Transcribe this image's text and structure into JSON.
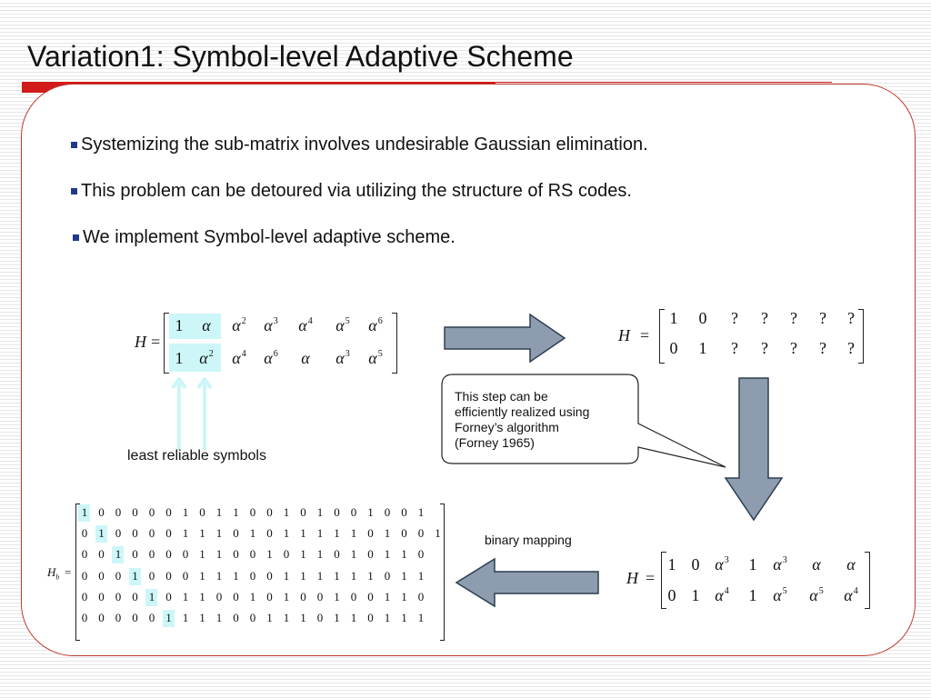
{
  "slide": {
    "title": "Variation1: Symbol-level Adaptive Scheme",
    "bullets": [
      "Systemizing the sub-matrix involves undesirable Gaussian elimination.",
      "This problem can be detoured via utilizing the structure of RS codes.",
      "We implement Symbol-level adaptive scheme."
    ],
    "least_reliable_label": "least reliable symbols",
    "callout": {
      "lines": [
        "This step can be",
        "efficiently realized using",
        "Forney’s algorithm",
        "(Forney 1965)"
      ]
    },
    "binary_mapping_label": "binary mapping",
    "colors": {
      "accent_red": "#d11a1a",
      "panel_border": "#c0392b",
      "highlight": "#ccf6f8",
      "arrow_fill": "#8e9cb0",
      "bullet": "#1f3a8a"
    }
  },
  "matrices": {
    "h_original": {
      "label": "H",
      "rows": [
        [
          [
            "1",
            ""
          ],
          [
            "α",
            ""
          ],
          [
            "α",
            "2"
          ],
          [
            "α",
            "3"
          ],
          [
            "α",
            "4"
          ],
          [
            "α",
            "5"
          ],
          [
            "α",
            "6"
          ]
        ],
        [
          [
            "1",
            ""
          ],
          [
            "α",
            "2"
          ],
          [
            "α",
            "4"
          ],
          [
            "α",
            "6"
          ],
          [
            "α",
            ""
          ],
          [
            "α",
            "3"
          ],
          [
            "α",
            "5"
          ]
        ]
      ]
    },
    "h_target": {
      "label": "H",
      "rows": [
        [
          [
            "1",
            ""
          ],
          [
            "0",
            ""
          ],
          [
            "?",
            ""
          ],
          [
            "?",
            ""
          ],
          [
            "?",
            ""
          ],
          [
            "?",
            ""
          ],
          [
            "?",
            ""
          ]
        ],
        [
          [
            "0",
            ""
          ],
          [
            "1",
            ""
          ],
          [
            "?",
            ""
          ],
          [
            "?",
            ""
          ],
          [
            "?",
            ""
          ],
          [
            "?",
            ""
          ],
          [
            "?",
            ""
          ]
        ]
      ]
    },
    "h_result": {
      "label": "H",
      "rows": [
        [
          [
            "1",
            ""
          ],
          [
            "0",
            ""
          ],
          [
            "α",
            "3"
          ],
          [
            "1",
            ""
          ],
          [
            "α",
            "3"
          ],
          [
            "α",
            ""
          ],
          [
            "α",
            ""
          ]
        ],
        [
          [
            "0",
            ""
          ],
          [
            "1",
            ""
          ],
          [
            "α",
            "4"
          ],
          [
            "1",
            ""
          ],
          [
            "α",
            "5"
          ],
          [
            "α",
            "5"
          ],
          [
            "α",
            "4"
          ]
        ]
      ]
    },
    "h_binary": {
      "label": "H",
      "subscript": "b",
      "rows": [
        "10000010110010100100 1",
        "01000011101011111010 01",
        "00100001100101101011 0",
        "00010001110011111101 1",
        "00001011001010010011 0",
        "00000111100111011011 1"
      ],
      "rows_clean": [
        [
          "1",
          "0",
          "0",
          "0",
          "0",
          "0",
          "1",
          "0",
          "1",
          "1",
          "0",
          "0",
          "1",
          "0",
          "1",
          "0",
          "0",
          "1",
          "0",
          "0",
          "1"
        ],
        [
          "0",
          "1",
          "0",
          "0",
          "0",
          "0",
          "1",
          "1",
          "1",
          "0",
          "1",
          "0",
          "1",
          "1",
          "1",
          "1",
          "1",
          "0",
          "1",
          "0",
          "0",
          "1"
        ],
        [
          "0",
          "0",
          "1",
          "0",
          "0",
          "0",
          "0",
          "1",
          "1",
          "0",
          "0",
          "1",
          "0",
          "1",
          "1",
          "0",
          "1",
          "0",
          "1",
          "1",
          "0"
        ],
        [
          "0",
          "0",
          "0",
          "1",
          "0",
          "0",
          "0",
          "1",
          "1",
          "1",
          "0",
          "0",
          "1",
          "1",
          "1",
          "1",
          "1",
          "1",
          "0",
          "1",
          "1"
        ],
        [
          "0",
          "0",
          "0",
          "0",
          "1",
          "0",
          "1",
          "1",
          "0",
          "0",
          "1",
          "0",
          "1",
          "0",
          "0",
          "1",
          "0",
          "0",
          "1",
          "1",
          "0"
        ],
        [
          "0",
          "0",
          "0",
          "0",
          "0",
          "1",
          "1",
          "1",
          "1",
          "0",
          "0",
          "1",
          "1",
          "1",
          "0",
          "1",
          "1",
          "0",
          "1",
          "1",
          "1"
        ]
      ]
    }
  }
}
